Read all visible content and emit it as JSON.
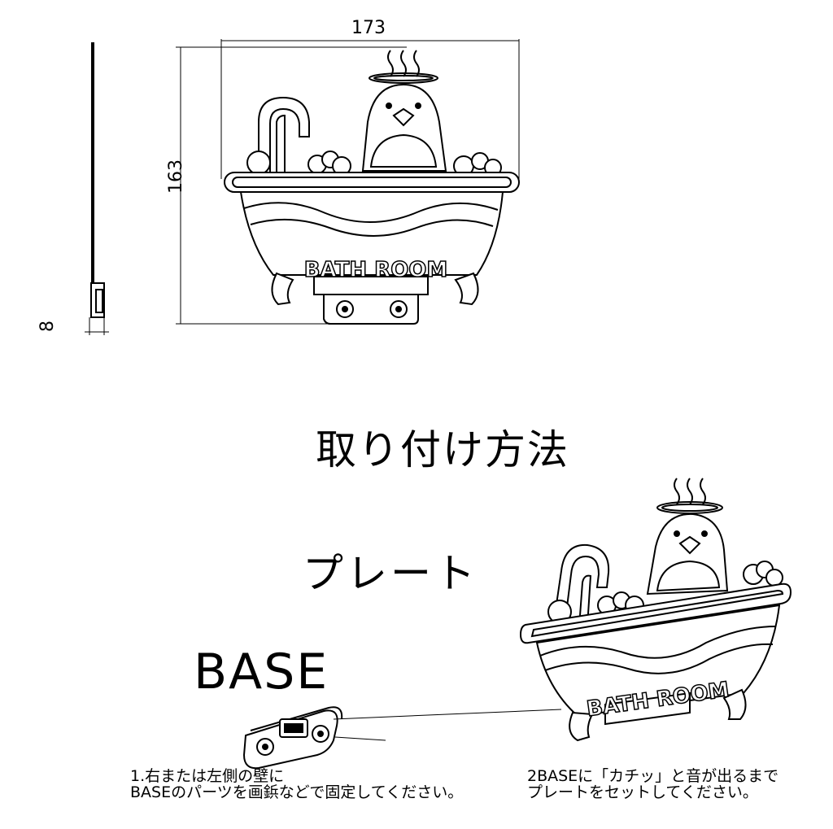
{
  "dimensions": {
    "width": "173",
    "height": "163",
    "thickness": "8"
  },
  "drawing": {
    "plate_label": "BATH ROOM"
  },
  "headings": {
    "method": "取り付け方法",
    "plate": "プレート",
    "base": "BASE"
  },
  "steps": {
    "step1_line1": "1.右または左側の壁に",
    "step1_line2": "BASEのパーツを画鋲などで固定してください。",
    "step2_line1": "2BASEに「カチッ」と音が出るまで",
    "step2_line2": "プレートをセットしてください。"
  },
  "colors": {
    "line": "#000000",
    "background": "#ffffff"
  }
}
